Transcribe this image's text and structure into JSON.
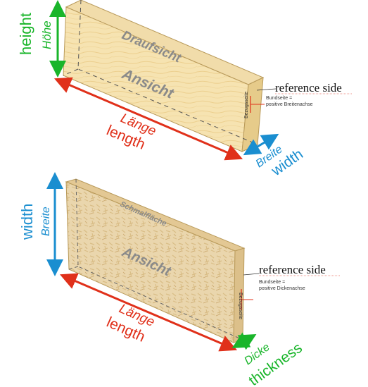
{
  "colors": {
    "green": "#19b52a",
    "blue": "#1a8ed0",
    "red": "#e0301a",
    "wood_light": "#f7e5b5",
    "wood_top": "#f1dca8",
    "wood_side": "#e8cd8c",
    "osb_front": "#e9d3a9",
    "osb_side": "#dcc18e"
  },
  "beam": {
    "height_en": "height",
    "height_de": "Höhe",
    "top_face": "Draufsicht",
    "front_face": "Ansicht",
    "length_de": "Länge",
    "length_en": "length",
    "width_de": "Breite",
    "width_en": "width",
    "reference_side": "reference side",
    "note_line1": "Bundseite =",
    "note_line2": "positive Breitenachse",
    "end_label": "Bezugsseite"
  },
  "panel": {
    "width_en": "width",
    "width_de": "Breite",
    "top_face": "Schmalfläche",
    "front_face": "Ansicht",
    "length_de": "Länge",
    "length_en": "length",
    "thickness_de": "Dicke",
    "thickness_en": "thickness",
    "reference_side": "reference side",
    "note_line1": "Bundseite =",
    "note_line2": "positive Dickenachse",
    "end_label": "Bezugsseite"
  }
}
